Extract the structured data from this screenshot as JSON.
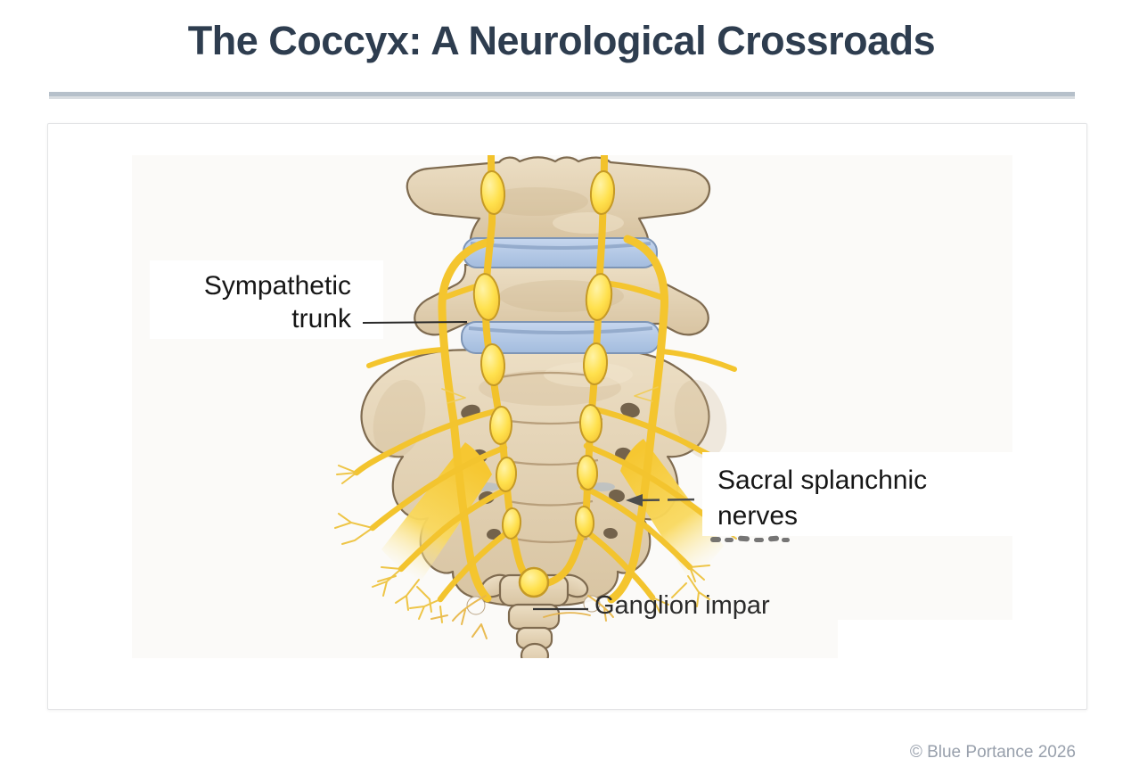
{
  "page": {
    "title": "The Coccyx: A Neurological Crossroads",
    "copyright": "© Blue Portance 2026"
  },
  "figure": {
    "labels": {
      "sympathetic_trunk": {
        "line1": "Sympathetic",
        "line2": "trunk"
      },
      "sacral_splanchnic_nerves": {
        "line1": "Sacral splanchnic",
        "line2": "nerves"
      },
      "ganglion_impar": {
        "text": "Ganglion impar"
      }
    }
  },
  "theme": {
    "title-color": "#2e3d4f",
    "divider-color": "#b6c0ca",
    "label-color": "#161616",
    "copyright-color": "#98a0ac",
    "card-border": "#e3e4e6",
    "stage-bg": "#fbfaf8",
    "bone": "#e0cfae",
    "bone-outline": "#7f6b50",
    "disc-blue": "#aec5e4",
    "nerve-yellow": "#f4c52e"
  }
}
